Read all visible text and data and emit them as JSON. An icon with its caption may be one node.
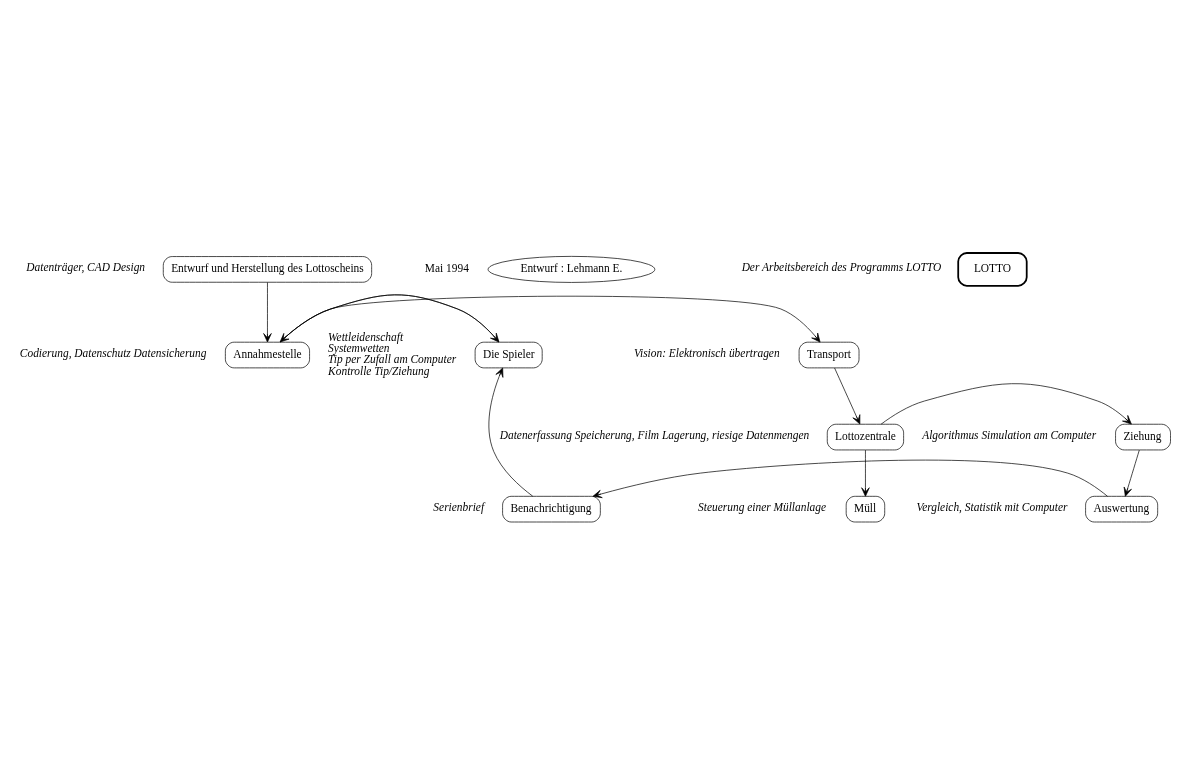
{
  "diagram": {
    "nodes": [
      {
        "text": [
          "Entwurf und Herstellung des Lottoscheins"
        ],
        "beside": [
          "Datenträger, CAD Design"
        ]
      },
      {
        "text": [
          "Die Spieler"
        ],
        "beside": [
          "Wettleidenschaft",
          "Systemwetten",
          "Tip per Zufall am Computer",
          "Kontrolle Tip/Ziehung"
        ]
      },
      {
        "text": [
          "Annahmestelle"
        ],
        "beside": [
          "Codierung, Datenschutz Datensicherung"
        ]
      },
      {
        "text": [
          "Transport"
        ],
        "beside": [
          "Vision: Elektronisch übertragen"
        ]
      },
      {
        "text": [
          "Lottozentrale"
        ],
        "beside": [
          "Datenerfassung Speicherung, Film Lagerung, riesige Datenmengen"
        ]
      },
      {
        "text": [
          "Ziehung"
        ],
        "beside": [
          "Algorithmus Simulation am Computer"
        ]
      },
      {
        "text": [
          "Auswertung"
        ],
        "beside": [
          "Vergleich, Statistik mit Computer"
        ]
      },
      {
        "text": [
          "Müll"
        ],
        "beside": [
          "Steuerung einer Müllanlage"
        ]
      },
      {
        "text": [
          "Benachrichtigung"
        ],
        "beside": [
          "Serienbrief"
        ]
      },
      {
        "text": [
          "Entwurf : Lehmann E."
        ],
        "beside": [
          "Mai 1994"
        ]
      },
      {
        "text": [
          "LOTTO"
        ],
        "beside": [
          "Der Arbeitsbereich des Programms LOTTO"
        ]
      }
    ],
    "edges": [
      {
        "from": 0,
        "to": 2,
        "arrow": "to"
      },
      {
        "from": 2,
        "to": 1,
        "arrow": "to"
      },
      {
        "from": 1,
        "to": 2,
        "arrow": "to"
      },
      {
        "from": 2,
        "to": 3,
        "arrow": "to"
      },
      {
        "from": 3,
        "to": 4,
        "arrow": "to"
      },
      {
        "from": 4,
        "to": 5,
        "arrow": "to"
      },
      {
        "from": 4,
        "to": 7,
        "arrow": "to"
      },
      {
        "from": 5,
        "to": 6,
        "arrow": "to"
      },
      {
        "from": 6,
        "to": 8,
        "arrow": "to"
      },
      {
        "from": 8,
        "to": 1,
        "arrow": "to"
      }
    ]
  }
}
